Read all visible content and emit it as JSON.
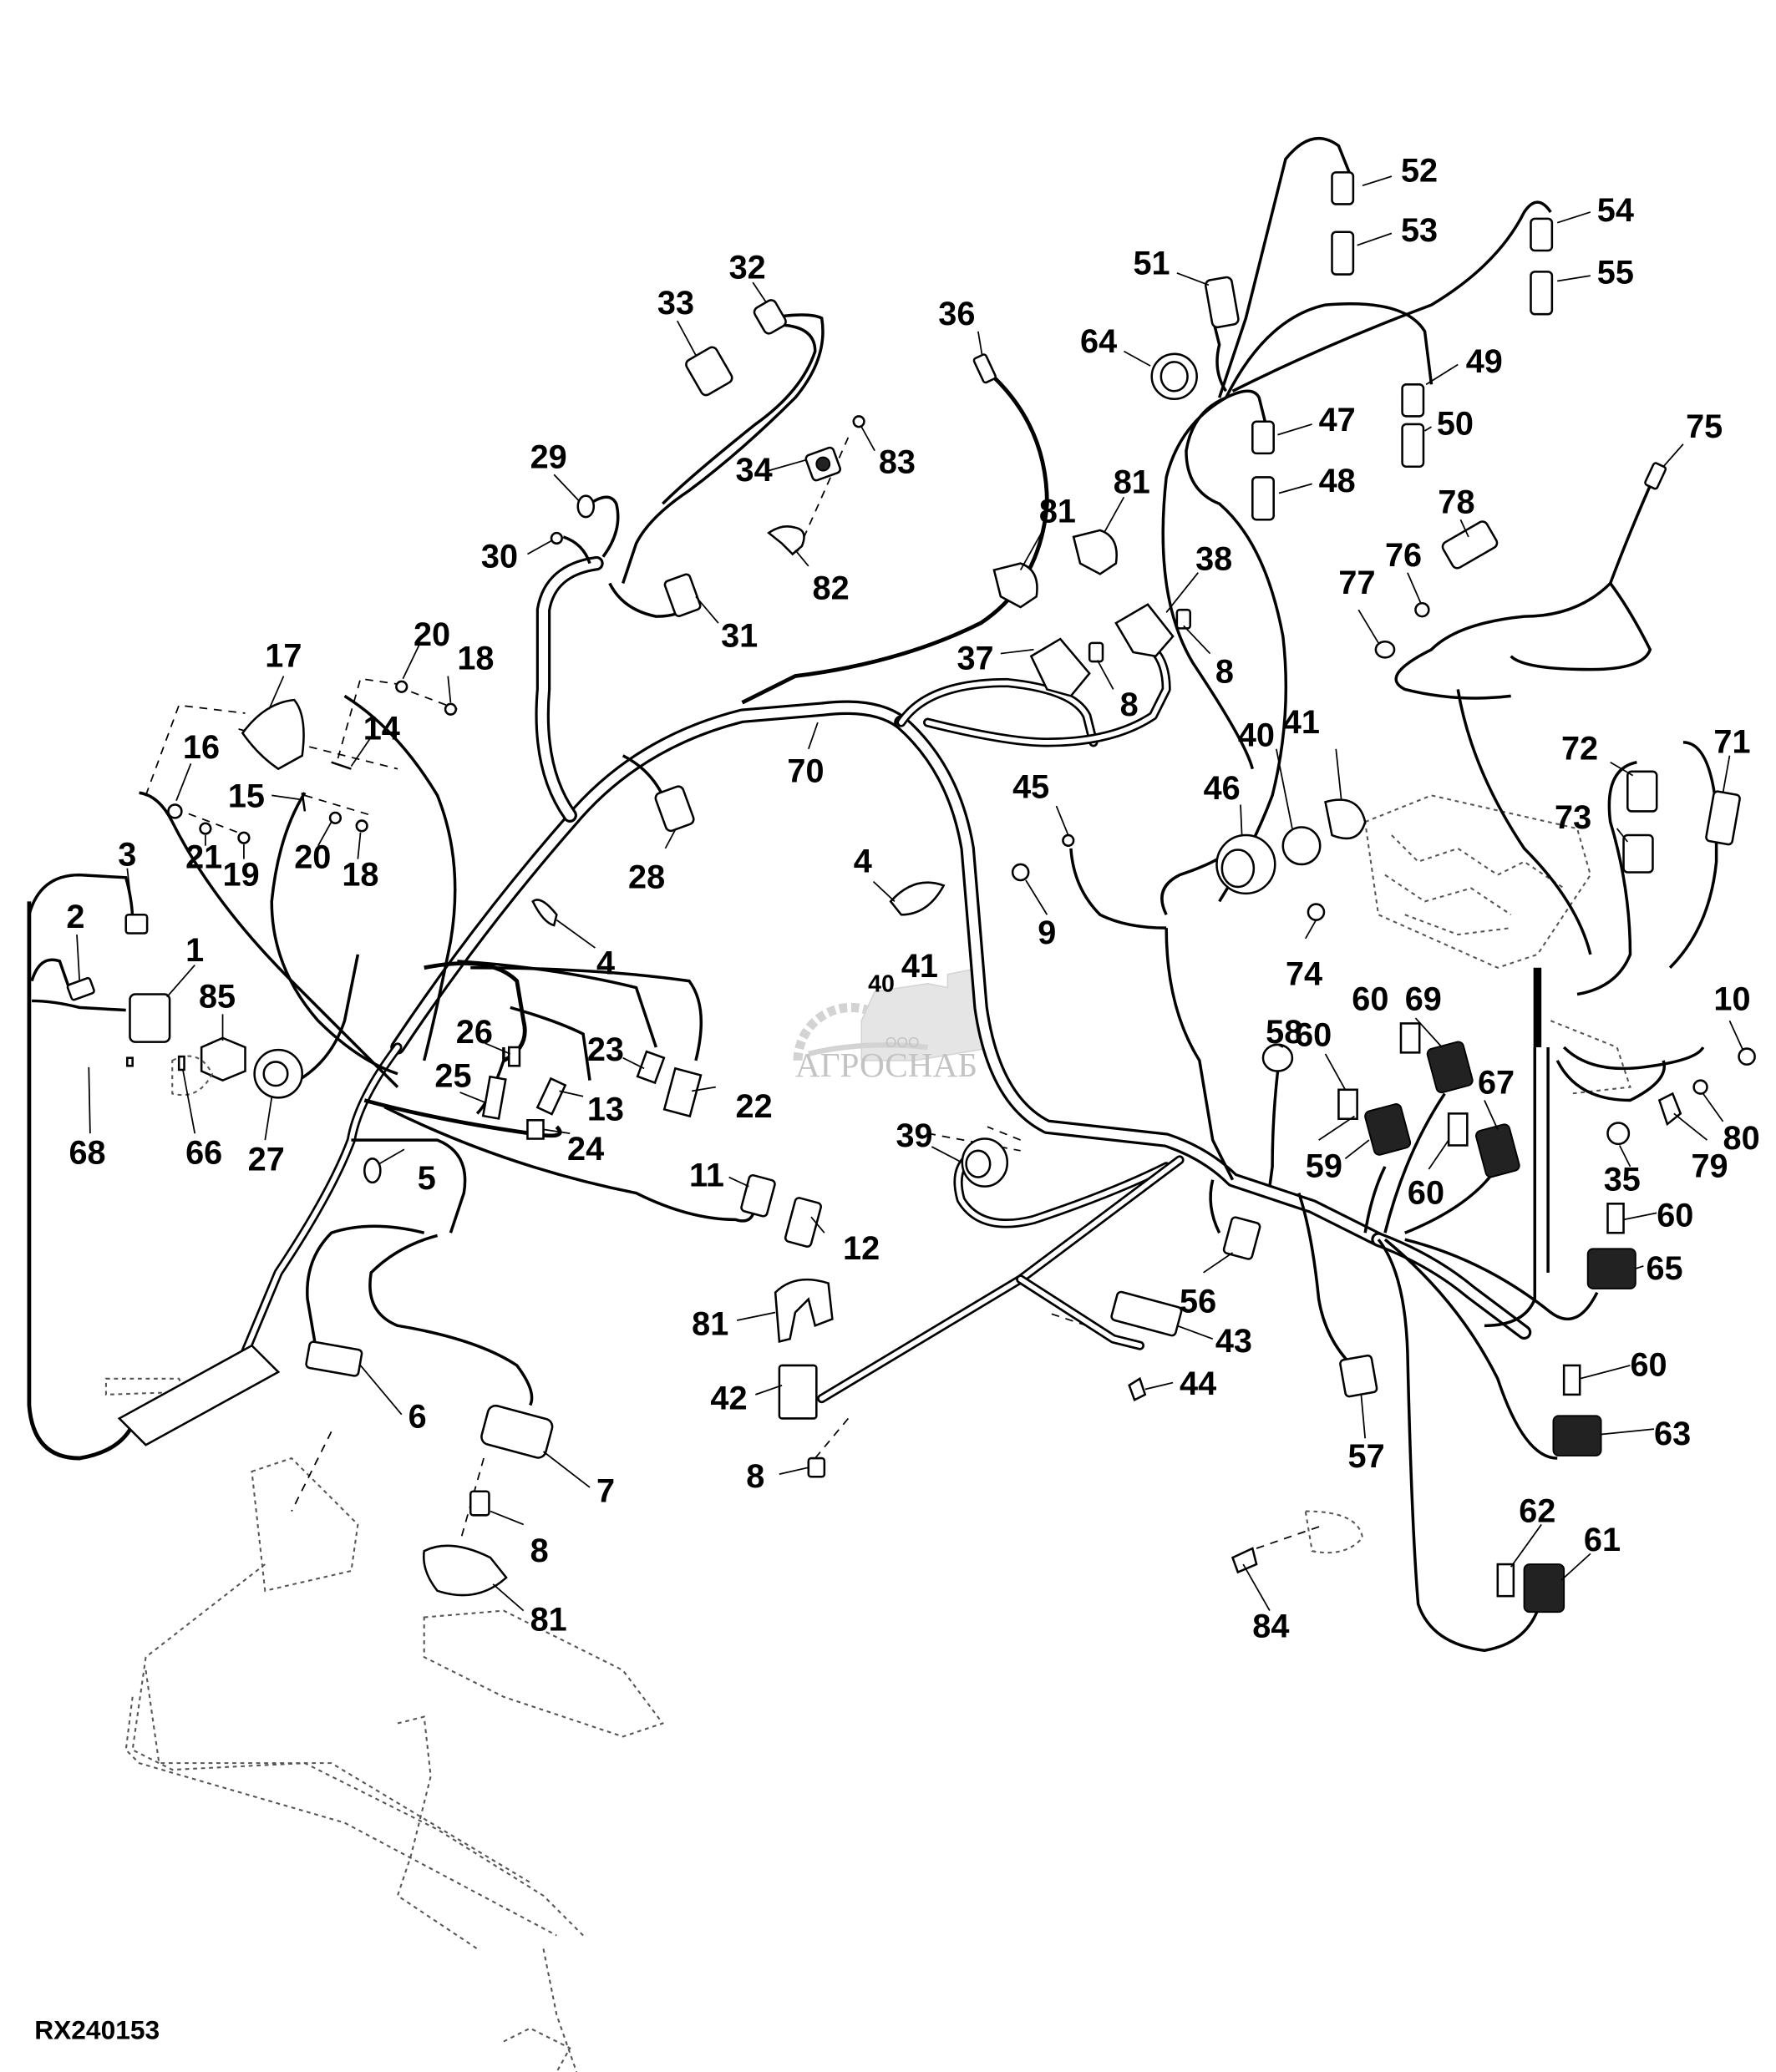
{
  "figure_id": "RX240153",
  "watermark": {
    "prefix": "ООО",
    "name": "АГРОСНАБ"
  },
  "callouts": [
    {
      "id": "c52",
      "label": "52"
    },
    {
      "id": "c53",
      "label": "53"
    },
    {
      "id": "c54",
      "label": "54"
    },
    {
      "id": "c55",
      "label": "55"
    },
    {
      "id": "c51",
      "label": "51"
    },
    {
      "id": "c64",
      "label": "64"
    },
    {
      "id": "c49",
      "label": "49"
    },
    {
      "id": "c47",
      "label": "47"
    },
    {
      "id": "c50",
      "label": "50"
    },
    {
      "id": "c48",
      "label": "48"
    },
    {
      "id": "c75",
      "label": "75"
    },
    {
      "id": "c78",
      "label": "78"
    },
    {
      "id": "c76",
      "label": "76"
    },
    {
      "id": "c77",
      "label": "77"
    },
    {
      "id": "c32",
      "label": "32"
    },
    {
      "id": "c33",
      "label": "33"
    },
    {
      "id": "c36",
      "label": "36"
    },
    {
      "id": "c29",
      "label": "29"
    },
    {
      "id": "c34",
      "label": "34"
    },
    {
      "id": "c83",
      "label": "83"
    },
    {
      "id": "c30",
      "label": "30"
    },
    {
      "id": "c82",
      "label": "82"
    },
    {
      "id": "c81a",
      "label": "81"
    },
    {
      "id": "c81b",
      "label": "81"
    },
    {
      "id": "c38",
      "label": "38"
    },
    {
      "id": "c31",
      "label": "31"
    },
    {
      "id": "c37",
      "label": "37"
    },
    {
      "id": "c8a",
      "label": "8"
    },
    {
      "id": "c8b",
      "label": "8"
    },
    {
      "id": "c17",
      "label": "17"
    },
    {
      "id": "c20a",
      "label": "20"
    },
    {
      "id": "c18a",
      "label": "18"
    },
    {
      "id": "c16",
      "label": "16"
    },
    {
      "id": "c14",
      "label": "14"
    },
    {
      "id": "c70",
      "label": "70"
    },
    {
      "id": "c40",
      "label": "40"
    },
    {
      "id": "c41",
      "label": "41"
    },
    {
      "id": "c72",
      "label": "72"
    },
    {
      "id": "c71",
      "label": "71"
    },
    {
      "id": "c15",
      "label": "15"
    },
    {
      "id": "c21",
      "label": "21"
    },
    {
      "id": "c19",
      "label": "19"
    },
    {
      "id": "c20b",
      "label": "20"
    },
    {
      "id": "c18b",
      "label": "18"
    },
    {
      "id": "c3",
      "label": "3"
    },
    {
      "id": "c28",
      "label": "28"
    },
    {
      "id": "c4a",
      "label": "4"
    },
    {
      "id": "c45",
      "label": "45"
    },
    {
      "id": "c46",
      "label": "46"
    },
    {
      "id": "c73",
      "label": "73"
    },
    {
      "id": "c2",
      "label": "2"
    },
    {
      "id": "c1",
      "label": "1"
    },
    {
      "id": "c9",
      "label": "9"
    },
    {
      "id": "c4b",
      "label": "4"
    },
    {
      "id": "c74",
      "label": "74"
    },
    {
      "id": "c85",
      "label": "85"
    },
    {
      "id": "c41b",
      "label": "41"
    },
    {
      "id": "c40b",
      "label": "40"
    },
    {
      "id": "c58",
      "label": "58"
    },
    {
      "id": "c60a",
      "label": "60"
    },
    {
      "id": "c69",
      "label": "69"
    },
    {
      "id": "c10",
      "label": "10"
    },
    {
      "id": "c26",
      "label": "26"
    },
    {
      "id": "c23",
      "label": "23"
    },
    {
      "id": "c25",
      "label": "25"
    },
    {
      "id": "c13",
      "label": "13"
    },
    {
      "id": "c22",
      "label": "22"
    },
    {
      "id": "c68",
      "label": "68"
    },
    {
      "id": "c66",
      "label": "66"
    },
    {
      "id": "c27",
      "label": "27"
    },
    {
      "id": "c24",
      "label": "24"
    },
    {
      "id": "c60b",
      "label": "60"
    },
    {
      "id": "c67",
      "label": "67"
    },
    {
      "id": "c80",
      "label": "80"
    },
    {
      "id": "c59",
      "label": "59"
    },
    {
      "id": "c39",
      "label": "39"
    },
    {
      "id": "c35",
      "label": "35"
    },
    {
      "id": "c79",
      "label": "79"
    },
    {
      "id": "c60c",
      "label": "60"
    },
    {
      "id": "c5",
      "label": "5"
    },
    {
      "id": "c11",
      "label": "11"
    },
    {
      "id": "c12",
      "label": "12"
    },
    {
      "id": "c56",
      "label": "56"
    },
    {
      "id": "c60d",
      "label": "60"
    },
    {
      "id": "c65",
      "label": "65"
    },
    {
      "id": "c81c",
      "label": "81"
    },
    {
      "id": "c43",
      "label": "43"
    },
    {
      "id": "c42",
      "label": "42"
    },
    {
      "id": "c44",
      "label": "44"
    },
    {
      "id": "c6",
      "label": "6"
    },
    {
      "id": "c60e",
      "label": "60"
    },
    {
      "id": "c57",
      "label": "57"
    },
    {
      "id": "c63",
      "label": "63"
    },
    {
      "id": "c7",
      "label": "7"
    },
    {
      "id": "c8c",
      "label": "8"
    },
    {
      "id": "c8d",
      "label": "8"
    },
    {
      "id": "c62",
      "label": "62"
    },
    {
      "id": "c61",
      "label": "61"
    },
    {
      "id": "c81d",
      "label": "81"
    },
    {
      "id": "c84",
      "label": "84"
    }
  ]
}
